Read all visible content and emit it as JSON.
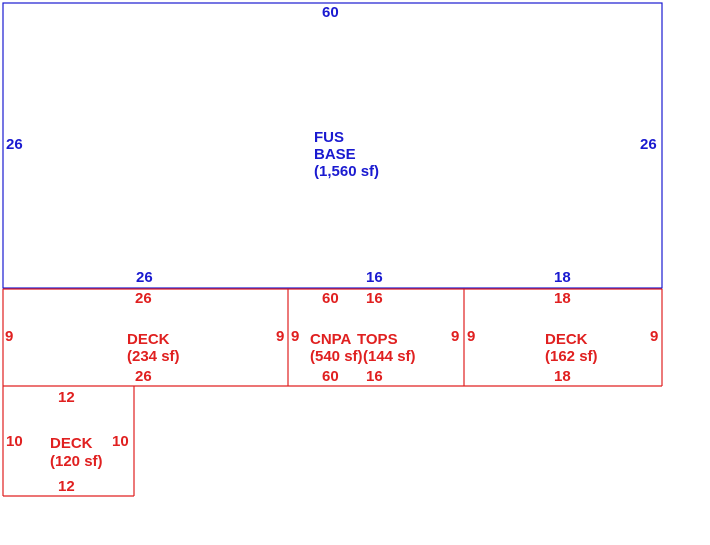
{
  "colors": {
    "fus": "#1a1ad0",
    "deck": "#e02020"
  },
  "fus": {
    "name_line1": "FUS",
    "name_line2": "BASE",
    "area": "(1,560 sf)",
    "dim_top": "60",
    "dim_left": "26",
    "dim_right": "26",
    "dim_bottom_a": "26",
    "dim_bottom_b": "16",
    "dim_bottom_c": "18"
  },
  "deck_left": {
    "name": "DECK",
    "area": "(234 sf)",
    "dim_top": "26",
    "dim_bottom": "26",
    "dim_left": "9",
    "dim_right": "9"
  },
  "cnpa": {
    "name": "CNPA",
    "area": "(540 sf)",
    "dim_top": "60",
    "dim_bottom": "60",
    "dim_left": "9"
  },
  "tops": {
    "name": "TOPS",
    "area": "(144 sf)",
    "dim_top": "16",
    "dim_bottom": "16",
    "dim_right": "9"
  },
  "deck_right": {
    "name": "DECK",
    "area": "(162 sf)",
    "dim_top": "18",
    "dim_bottom": "18",
    "dim_left": "9",
    "dim_right": "9"
  },
  "deck_small": {
    "name": "DECK",
    "area": "(120 sf)",
    "dim_top": "12",
    "dim_bottom": "12",
    "dim_left": "10",
    "dim_right": "10"
  }
}
